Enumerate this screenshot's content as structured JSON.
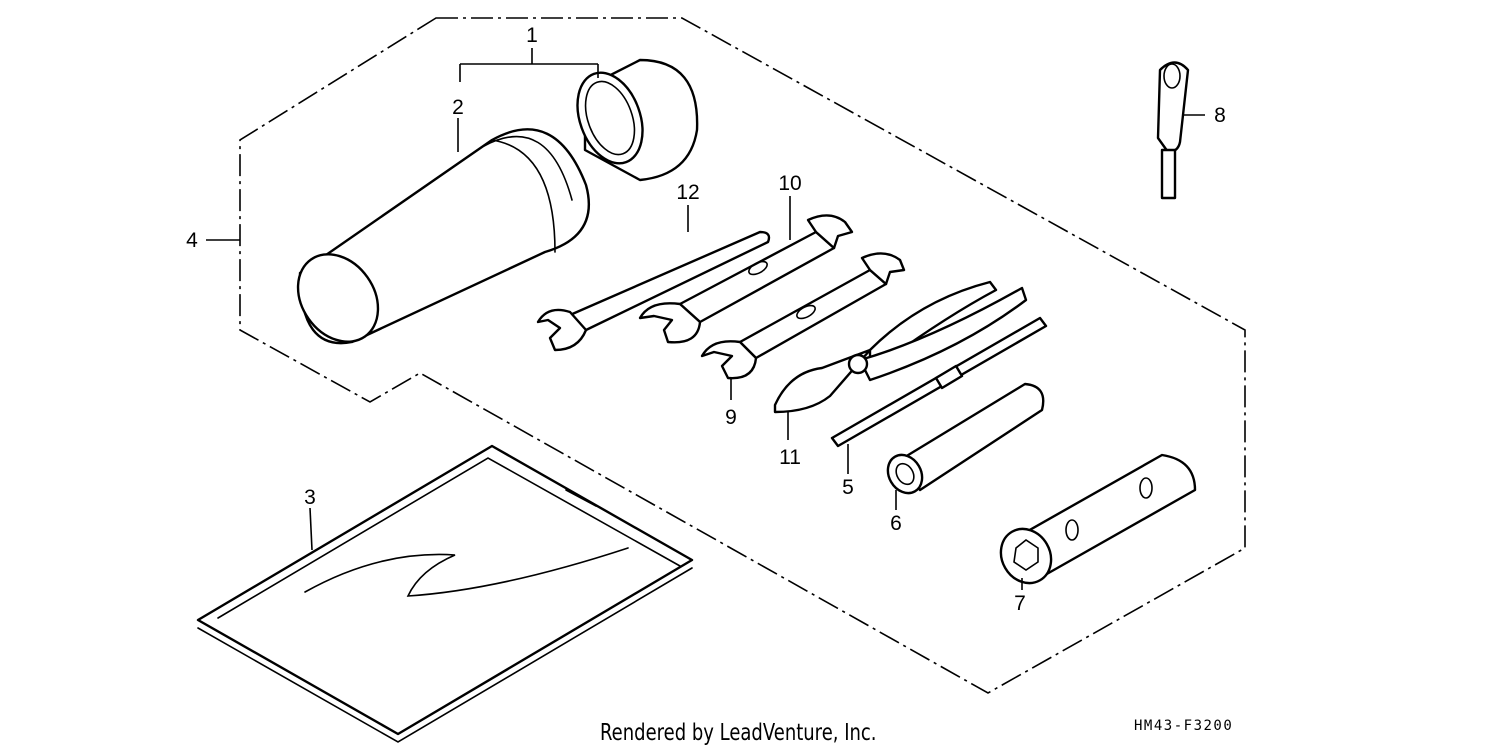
{
  "diagram": {
    "callouts": [
      {
        "id": "1",
        "label": "1"
      },
      {
        "id": "2",
        "label": "2"
      },
      {
        "id": "3",
        "label": "3"
      },
      {
        "id": "4",
        "label": "4"
      },
      {
        "id": "5",
        "label": "5"
      },
      {
        "id": "6",
        "label": "6"
      },
      {
        "id": "7",
        "label": "7"
      },
      {
        "id": "8",
        "label": "8"
      },
      {
        "id": "9",
        "label": "9"
      },
      {
        "id": "10",
        "label": "10"
      },
      {
        "id": "11",
        "label": "11"
      },
      {
        "id": "12",
        "label": "12"
      }
    ],
    "credit": "Rendered by LeadVenture, Inc.",
    "code": "HM43-F3200",
    "colors": {
      "line": "#000000",
      "background": "#ffffff"
    }
  }
}
